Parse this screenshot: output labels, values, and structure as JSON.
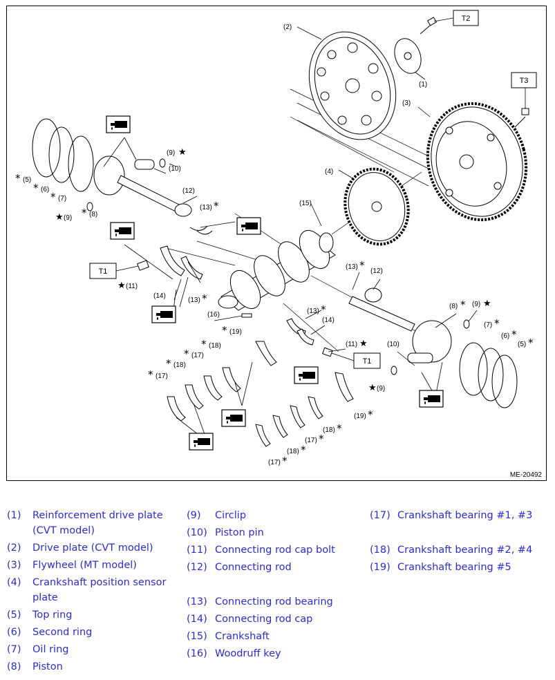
{
  "figure": {
    "id_label": "ME-20492",
    "tool_boxes": [
      "T2",
      "T3",
      "T1",
      "T1"
    ],
    "callouts": {
      "c1": "(1)",
      "c2": "(2)",
      "c3": "(3)",
      "c4": "(4)",
      "c5a": "(5)",
      "c6a": "(6)",
      "c7a": "(7)",
      "c8a": "(8)",
      "c9a": "(9)",
      "c9b": "(9)",
      "c10a": "(10)",
      "c11a": "(11)",
      "c12a": "(12)",
      "c13a": "(13)",
      "c13b": "(13)",
      "c14a": "(14)",
      "c15": "(15)",
      "c16": "(16)",
      "c13c": "(13)",
      "c12b": "(12)",
      "c13d": "(13)",
      "c14b": "(14)",
      "c8b": "(8)",
      "c9c": "(9)",
      "c7b": "(7)",
      "c6b": "(6)",
      "c5b": "(5)",
      "c11b": "(11)",
      "c10b": "(10)",
      "c9d": "(9)",
      "c19a": "(19)",
      "c18a": "(18)",
      "c17a": "(17)",
      "c18b": "(18)",
      "c17b": "(17)",
      "c19b": "(19)",
      "c18c": "(18)",
      "c17c": "(17)",
      "c18d": "(18)",
      "c17d": "(17)"
    }
  },
  "legend": {
    "col1": [
      {
        "num": "(1)",
        "text": "Reinforcement drive plate (CVT model)"
      },
      {
        "num": "(2)",
        "text": "Drive plate (CVT model)"
      },
      {
        "num": "(3)",
        "text": "Flywheel (MT model)"
      },
      {
        "num": "(4)",
        "text": "Crankshaft position sensor plate"
      },
      {
        "num": "(5)",
        "text": "Top ring"
      },
      {
        "num": "(6)",
        "text": "Second ring"
      },
      {
        "num": "(7)",
        "text": "Oil ring"
      },
      {
        "num": "(8)",
        "text": "Piston"
      }
    ],
    "col2": [
      {
        "num": "(9)",
        "text": "Circlip"
      },
      {
        "num": "(10)",
        "text": "Piston pin"
      },
      {
        "num": "(11)",
        "text": "Connecting rod cap bolt"
      },
      {
        "num": "(12)",
        "text": "Connecting rod"
      },
      {
        "num": "(13)",
        "text": "Connecting rod bearing"
      },
      {
        "num": "(14)",
        "text": "Connecting rod cap"
      },
      {
        "num": "(15)",
        "text": "Crankshaft"
      },
      {
        "num": "(16)",
        "text": "Woodruff key"
      }
    ],
    "col3": [
      {
        "num": "(17)",
        "text": "Crankshaft bearing #1, #3"
      },
      {
        "num": "(18)",
        "text": "Crankshaft bearing #2, #4"
      },
      {
        "num": "(19)",
        "text": "Crankshaft bearing #5"
      }
    ]
  }
}
